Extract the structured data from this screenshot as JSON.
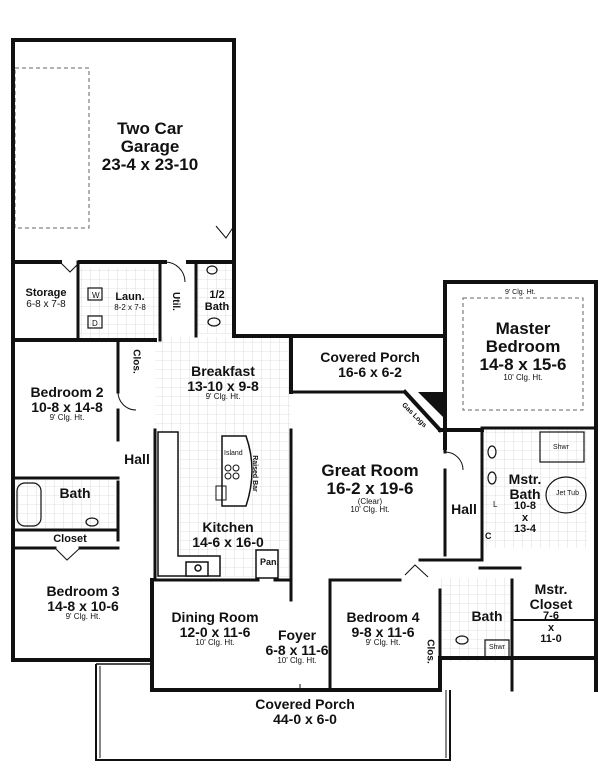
{
  "rooms": {
    "garage": {
      "name": "Two Car Garage",
      "name_line1": "Two Car",
      "name_line2": "Garage",
      "dims": "23-4 x 23-10"
    },
    "storage": {
      "name": "Storage",
      "dims": "6-8 x 7-8"
    },
    "laundry": {
      "name": "Laun.",
      "dims": "8-2 x 7-8"
    },
    "half_bath": {
      "name_line1": "1/2",
      "name_line2": "Bath"
    },
    "utility": {
      "name": "Util."
    },
    "breakfast": {
      "name": "Breakfast",
      "dims": "13-10 x 9-8",
      "ceiling": "9' Clg. Ht."
    },
    "covered_porch_rear": {
      "name": "Covered Porch",
      "dims": "16-6 x 6-2"
    },
    "master_bedroom": {
      "name_line1": "Master",
      "name_line2": "Bedroom",
      "dims": "14-8 x 15-6",
      "ceiling_top": "9' Clg. Ht.",
      "ceiling": "10' Clg. Ht."
    },
    "bedroom2": {
      "name": "Bedroom 2",
      "dims": "10-8 x 14-8",
      "ceiling": "9' Clg. Ht."
    },
    "clos_bed2": {
      "name": "Clos."
    },
    "hall_left": {
      "name": "Hall"
    },
    "kitchen": {
      "name": "Kitchen",
      "dims": "14-6 x 16-0",
      "island": "Island",
      "raised_bar": "Raised Bar"
    },
    "great_room": {
      "name": "Great Room",
      "dims": "16-2 x 19-6",
      "clear": "(Clear)",
      "ceiling": "10' Clg. Ht.",
      "gas_logs": "Gas Logs"
    },
    "hall_right": {
      "name": "Hall"
    },
    "mstr_bath": {
      "name_line1": "Mstr.",
      "name_line2": "Bath",
      "dims_line1": "10-8",
      "dims_line2": "x",
      "dims_line3": "13-4",
      "shower": "Shwr",
      "jet_tub": "Jet Tub"
    },
    "bath_left": {
      "name": "Bath"
    },
    "closet_left": {
      "name": "Closet"
    },
    "bedroom3": {
      "name": "Bedroom 3",
      "dims": "14-8 x 10-6",
      "ceiling": "9' Clg. Ht."
    },
    "pantry": {
      "name": "Pan."
    },
    "dining": {
      "name": "Dining Room",
      "dims": "12-0 x 11-6",
      "ceiling": "10' Clg. Ht."
    },
    "foyer": {
      "name": "Foyer",
      "dims": "6-8 x 11-6",
      "ceiling": "10' Clg. Ht."
    },
    "bedroom4": {
      "name": "Bedroom 4",
      "dims": "9-8 x 11-6",
      "ceiling": "9' Clg. Ht."
    },
    "clos_bed4": {
      "name": "Clos."
    },
    "bath_right": {
      "name": "Bath",
      "shower": "Shwr"
    },
    "mstr_closet": {
      "name_line1": "Mstr.",
      "name_line2": "Closet",
      "dims_line1": "7-6",
      "dims_line2": "x",
      "dims_line3": "11-0"
    },
    "covered_porch_front": {
      "name": "Covered Porch",
      "dims": "44-0 x 6-0"
    }
  },
  "fixtures": {
    "washer": "W",
    "dryer": "D",
    "linen": "L",
    "closet_c": "C"
  }
}
